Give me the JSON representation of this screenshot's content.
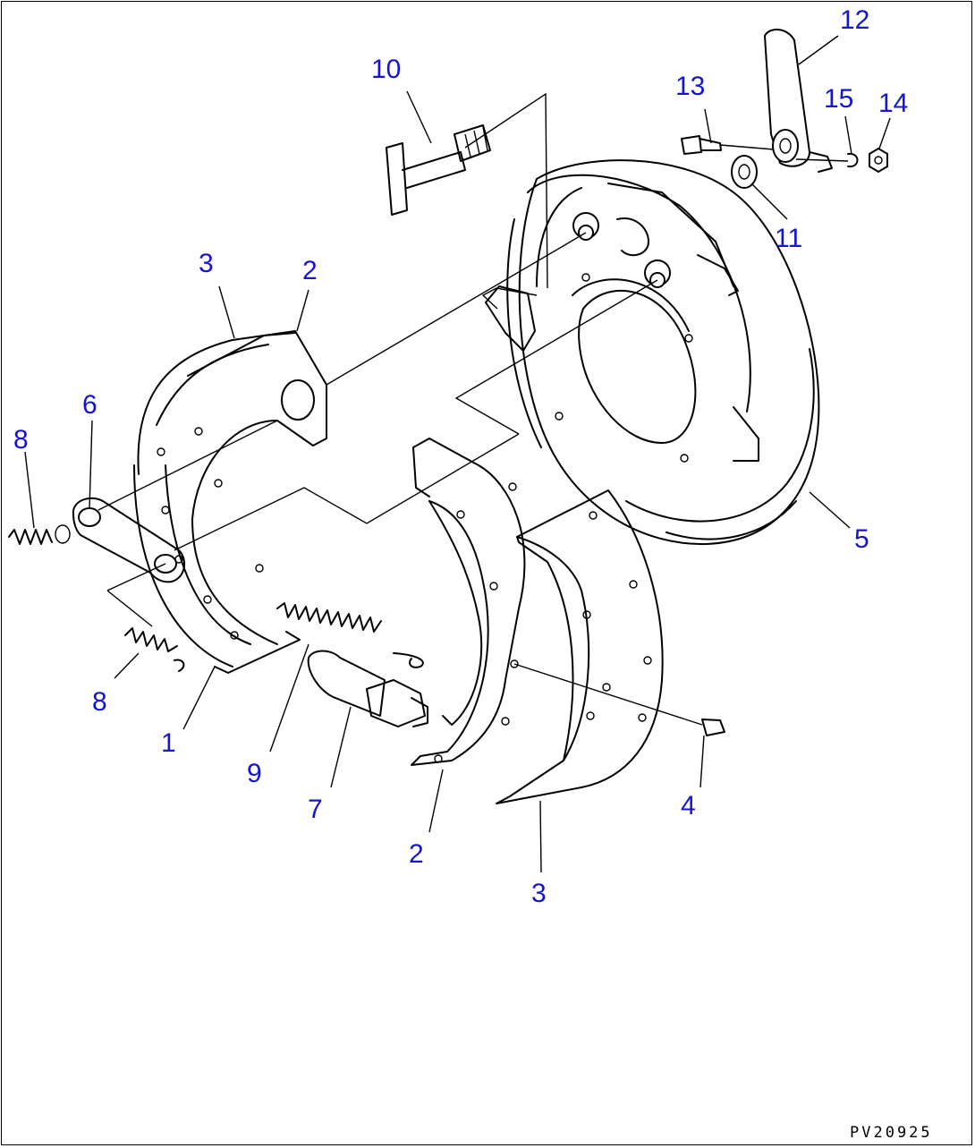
{
  "colors": {
    "callout": "#1414d2",
    "line": "#000000",
    "background": "#ffffff"
  },
  "callouts": [
    {
      "id": "c12a",
      "text": "12"
    },
    {
      "id": "c10",
      "text": "10"
    },
    {
      "id": "c13",
      "text": "13"
    },
    {
      "id": "c15",
      "text": "15"
    },
    {
      "id": "c14",
      "text": "14"
    },
    {
      "id": "c11",
      "text": "11"
    },
    {
      "id": "c3a",
      "text": "3"
    },
    {
      "id": "c2a",
      "text": "2"
    },
    {
      "id": "c6",
      "text": "6"
    },
    {
      "id": "c8a",
      "text": "8"
    },
    {
      "id": "c5",
      "text": "5"
    },
    {
      "id": "c8b",
      "text": "8"
    },
    {
      "id": "c1",
      "text": "1"
    },
    {
      "id": "c9",
      "text": "9"
    },
    {
      "id": "c7",
      "text": "7"
    },
    {
      "id": "c4",
      "text": "4"
    },
    {
      "id": "c2b",
      "text": "2"
    },
    {
      "id": "c3b",
      "text": "3"
    }
  ],
  "drawing_code": "PV20925"
}
